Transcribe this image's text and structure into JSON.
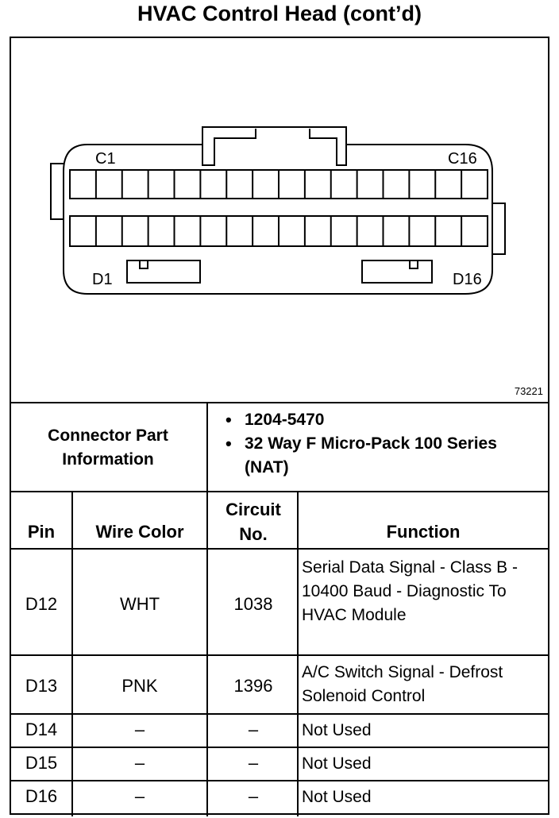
{
  "title": "HVAC Control Head (cont’d)",
  "diagram": {
    "labels": {
      "c1": "C1",
      "c16": "C16",
      "d1": "D1",
      "d16": "D16"
    },
    "figure_number": "73221"
  },
  "connector_info": {
    "label": "Connector Part Information",
    "parts": [
      "1204-5470",
      "32 Way F Micro-Pack 100 Series (NAT)"
    ]
  },
  "table": {
    "headers": {
      "pin": "Pin",
      "wire_color": "Wire Color",
      "circuit": "Circuit No.",
      "function": "Function"
    },
    "rows": [
      {
        "pin": "D12",
        "wire_color": "WHT",
        "circuit": "1038",
        "function": "Serial Data Signal - Class B - 10400 Baud - Diagnostic To HVAC Module"
      },
      {
        "pin": "D13",
        "wire_color": "PNK",
        "circuit": "1396",
        "function": "A/C Switch Signal - Defrost Solenoid Control"
      },
      {
        "pin": "D14",
        "wire_color": "–",
        "circuit": "–",
        "function": "Not Used"
      },
      {
        "pin": "D15",
        "wire_color": "–",
        "circuit": "–",
        "function": "Not Used"
      },
      {
        "pin": "D16",
        "wire_color": "–",
        "circuit": "–",
        "function": "Not Used"
      }
    ]
  }
}
